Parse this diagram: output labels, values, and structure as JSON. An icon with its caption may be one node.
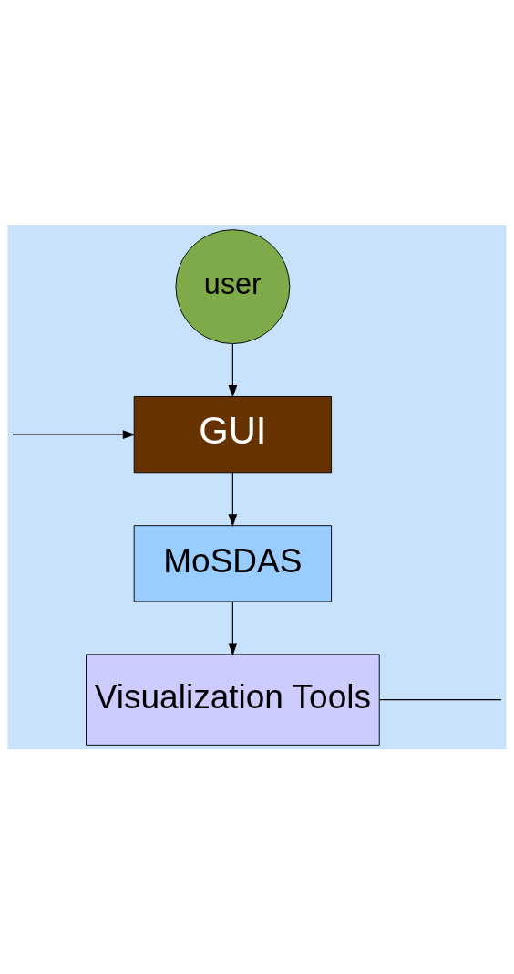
{
  "diagram": {
    "nodes": [
      {
        "text": [
          "user"
        ]
      },
      {
        "text": [
          "GUI"
        ]
      },
      {
        "text": [
          "MoSDAS"
        ]
      },
      {
        "text": [
          "Visualization Tools"
        ]
      }
    ],
    "edges": [
      {
        "from": 0,
        "to": 1,
        "arrow": "to"
      },
      {
        "from": 1,
        "to": 2,
        "arrow": "to"
      },
      {
        "from": 2,
        "to": 3,
        "arrow": "to"
      },
      {
        "from": null,
        "to": 1,
        "arrow": "to"
      },
      {
        "from": 3,
        "to": null,
        "arrow": "none"
      }
    ]
  }
}
